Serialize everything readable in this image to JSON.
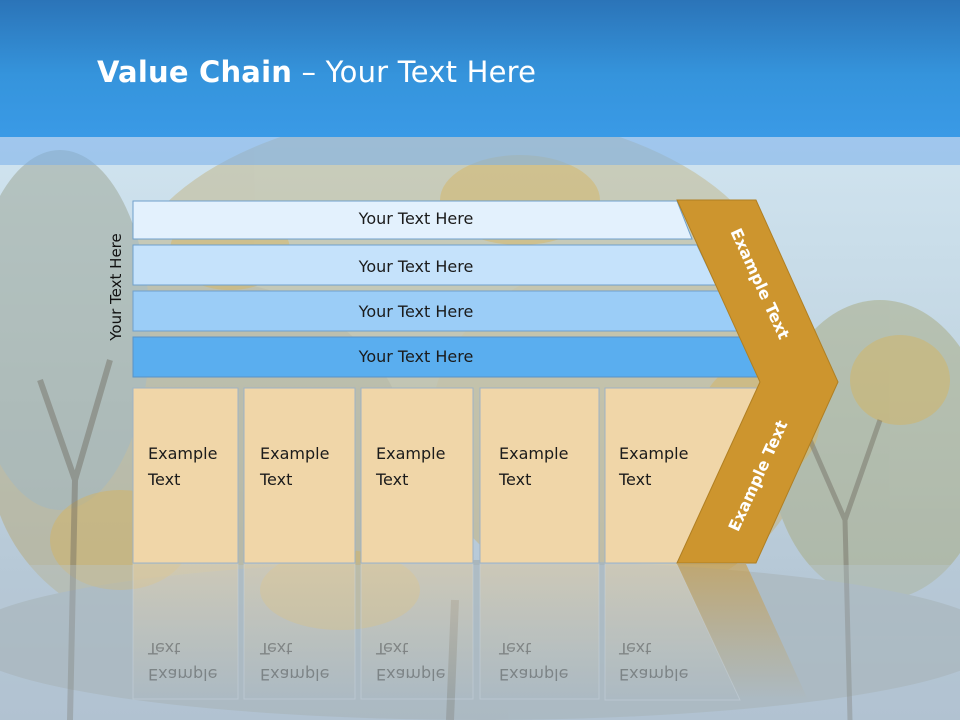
{
  "slide": {
    "title_bold": "Value Chain",
    "title_rest": " – Your Text Here"
  },
  "diagram": {
    "side_label": "Your Text Here",
    "support_activities": [
      "Your Text Here",
      "Your Text Here",
      "Your Text Here",
      "Your Text Here"
    ],
    "primary_activities": [
      [
        "Example",
        "Text"
      ],
      [
        "Example",
        "Text"
      ],
      [
        "Example",
        "Text"
      ],
      [
        "Example",
        "Text"
      ],
      [
        "Example",
        "Text"
      ]
    ],
    "margin_labels": [
      "Example Text",
      "Example Text"
    ]
  },
  "colors": {
    "header": "#3594dc",
    "support_fills": [
      "#e3f1fd",
      "#c5e2fb",
      "#9bcdf7",
      "#5aaeef"
    ],
    "primary_fill": "#f0d6a8",
    "chevron_fill": "#cd952e"
  }
}
